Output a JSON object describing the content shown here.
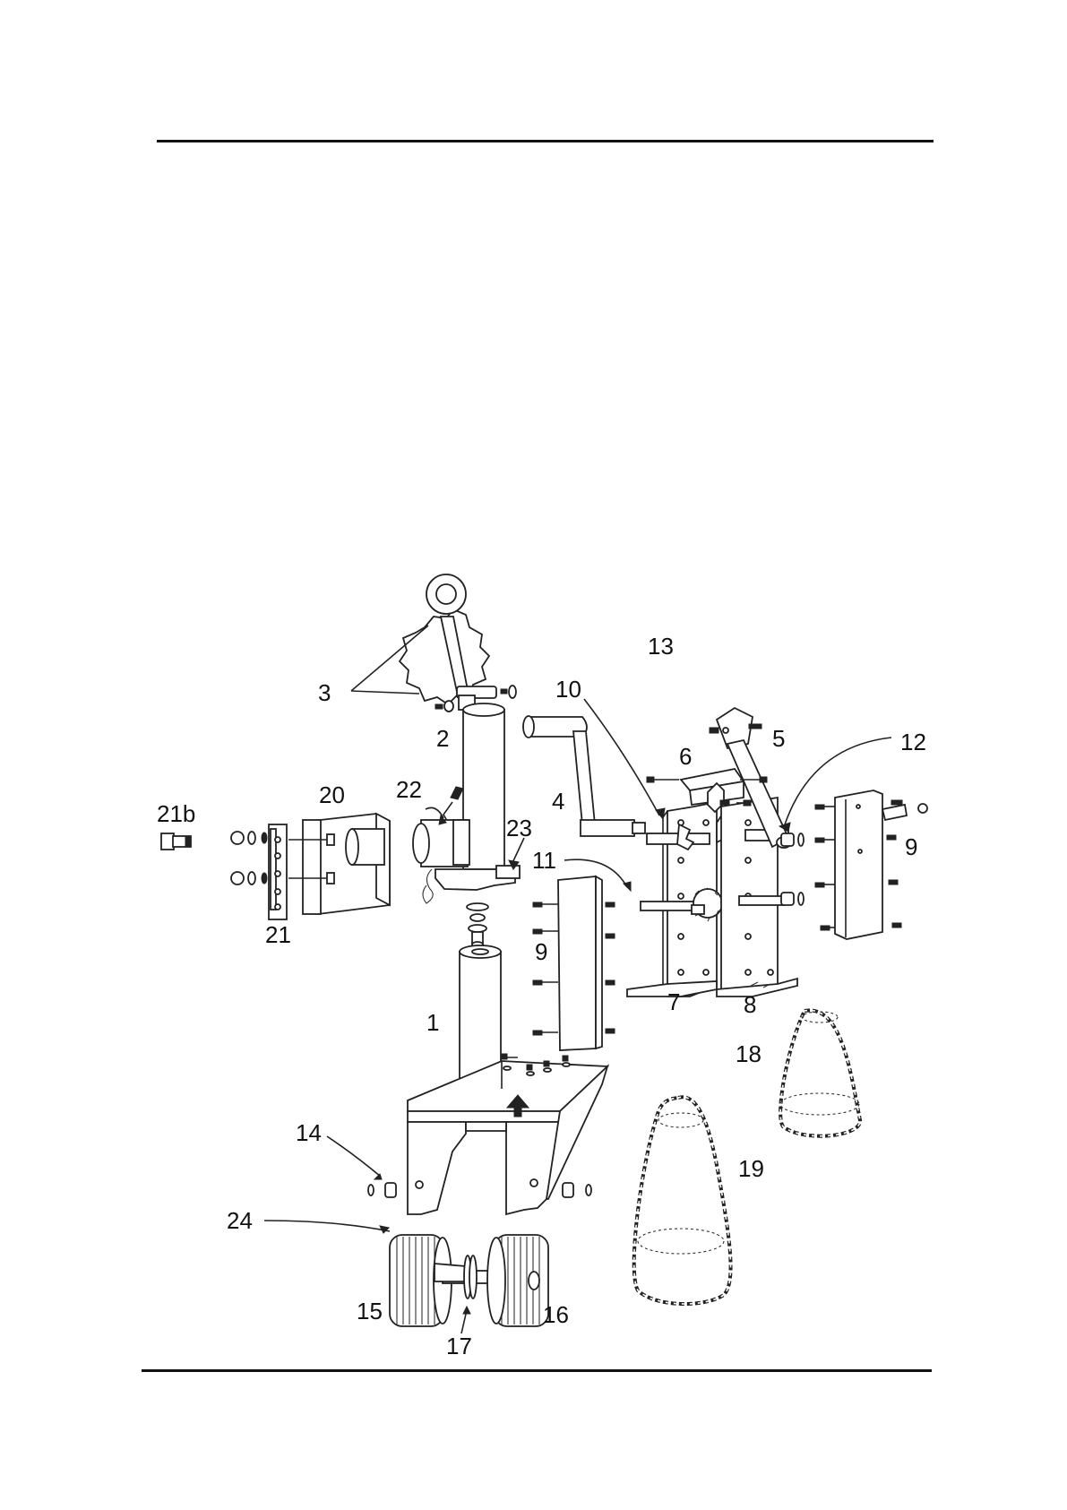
{
  "diagram": {
    "labels": [
      {
        "id": "1",
        "text": "1"
      },
      {
        "id": "2",
        "text": "2"
      },
      {
        "id": "3",
        "text": "3"
      },
      {
        "id": "4",
        "text": "4"
      },
      {
        "id": "5",
        "text": "5"
      },
      {
        "id": "6",
        "text": "6"
      },
      {
        "id": "7",
        "text": "7"
      },
      {
        "id": "8",
        "text": "8"
      },
      {
        "id": "9a",
        "text": "9"
      },
      {
        "id": "9b",
        "text": "9"
      },
      {
        "id": "10",
        "text": "10"
      },
      {
        "id": "11",
        "text": "11"
      },
      {
        "id": "12",
        "text": "12"
      },
      {
        "id": "13",
        "text": "13"
      },
      {
        "id": "14",
        "text": "14"
      },
      {
        "id": "15",
        "text": "15"
      },
      {
        "id": "16",
        "text": "16"
      },
      {
        "id": "17",
        "text": "17"
      },
      {
        "id": "18",
        "text": "18"
      },
      {
        "id": "19",
        "text": "19"
      },
      {
        "id": "20",
        "text": "20"
      },
      {
        "id": "21",
        "text": "21"
      },
      {
        "id": "21b",
        "text": "21b"
      },
      {
        "id": "22",
        "text": "22"
      },
      {
        "id": "23",
        "text": "23"
      },
      {
        "id": "24",
        "text": "24"
      }
    ]
  }
}
